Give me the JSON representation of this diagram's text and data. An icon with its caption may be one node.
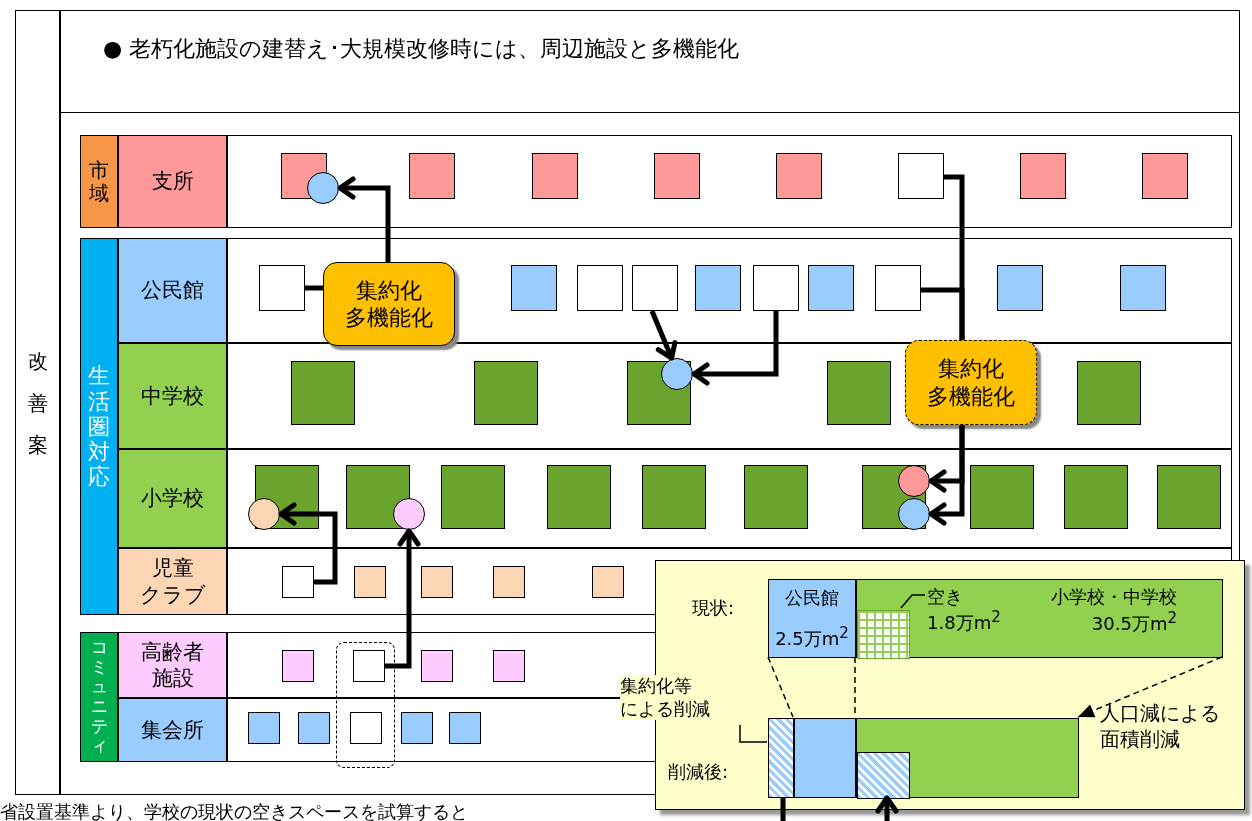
{
  "diagram": {
    "nodes": [
      {
        "text": [
          "改善案"
        ]
      },
      {
        "text": [
          "● 老朽化施設の建替え･大規模改修時には、周辺施設と多機能化"
        ]
      },
      {
        "text": [
          "市域"
        ]
      },
      {
        "text": [
          "支所"
        ]
      },
      {
        "text": [
          "生活圏対応"
        ]
      },
      {
        "text": [
          "公民館"
        ]
      },
      {
        "text": [
          "中学校"
        ]
      },
      {
        "text": [
          "小学校"
        ]
      },
      {
        "text": [
          "児童",
          "クラブ"
        ]
      },
      {
        "text": [
          "コミュニティ"
        ]
      },
      {
        "text": [
          "高齢者施設"
        ]
      },
      {
        "text": [
          "集会所"
        ]
      },
      {
        "text": [],
        "shape": "circle"
      },
      {
        "text": [],
        "shape": "box"
      },
      {
        "text": [],
        "shape": "box"
      },
      {
        "text": [
          "集約化",
          "多機能化"
        ]
      },
      {
        "text": [],
        "shape": "box"
      },
      {
        "text": [],
        "shape": "box"
      },
      {
        "text": [],
        "shape": "box"
      },
      {
        "text": [
          "集約化",
          "多機能化"
        ]
      },
      {
        "text": [],
        "shape": "circle"
      },
      {
        "text": [],
        "shape": "circle"
      },
      {
        "text": [],
        "shape": "circle"
      },
      {
        "text": [],
        "shape": "circle"
      },
      {
        "text": [],
        "shape": "circle"
      },
      {
        "text": [],
        "shape": "box"
      },
      {
        "text": [],
        "shape": "box"
      },
      {
        "text": [],
        "shape": "box"
      },
      {
        "text": [
          "公民館",
          "2.5万m$^{2}$"
        ],
        "in": 27
      },
      {
        "text": [
          "小学校・中学校",
          "30.5万m$^{2}$"
        ],
        "in": 27
      },
      {
        "text": [],
        "shape": "box",
        "in": 29
      },
      {
        "text": [
          "空き",
          "1.8万m$^{2}$"
        ],
        "in": 29
      },
      {
        "text": [],
        "shape": "bar",
        "in": 27
      },
      {
        "text": [],
        "shape": "bar",
        "in": 27
      },
      {
        "text": [],
        "shape": "bar",
        "in": 27
      },
      {
        "text": [],
        "shape": "box",
        "in": 34
      },
      {
        "text": [
          "集約化等",
          "による削減"
        ]
      },
      {
        "text": [],
        "shape": "box"
      },
      {
        "text": [],
        "shape": "box"
      }
    ],
    "edges": [
      {
        "from": 14,
        "to": 15,
        "arrow": "none"
      },
      {
        "from": 15,
        "to": 12,
        "arrow": "to"
      },
      {
        "from": 13,
        "to": 19,
        "arrow": "none"
      },
      {
        "from": 18,
        "to": 19,
        "arrow": "none"
      },
      {
        "from": 19,
        "to": 23,
        "arrow": "to"
      },
      {
        "from": 19,
        "to": 24,
        "arrow": "to"
      },
      {
        "from": 16,
        "to": 20,
        "arrow": "to"
      },
      {
        "from": 17,
        "to": 20,
        "arrow": "to"
      },
      {
        "from": 25,
        "to": 21,
        "arrow": "to"
      },
      {
        "from": 26,
        "to": 22,
        "arrow": "to"
      },
      {
        "from": 31,
        "to": 30,
        "arrow": "none"
      },
      {
        "from": 36,
        "to": 32,
        "arrow": "none"
      },
      {
        "from": 29,
        "to": 34,
        "arrow": "to",
        "style": "dashed"
      },
      {
        "from": null,
        "to": 32,
        "arrow": "none"
      },
      {
        "from": null,
        "to": 35,
        "arrow": "to"
      },
      {
        "from": 28,
        "to": 32,
        "arrow": "none",
        "style": "dashed"
      },
      {
        "from": 28,
        "to": 33,
        "arrow": "none",
        "style": "dashed"
      }
    ],
    "labels": [
      "現状:",
      "削減後:",
      "人口減による面積削減",
      "省設置基準より、学校の現状の空きスペースを試算すると"
    ]
  }
}
